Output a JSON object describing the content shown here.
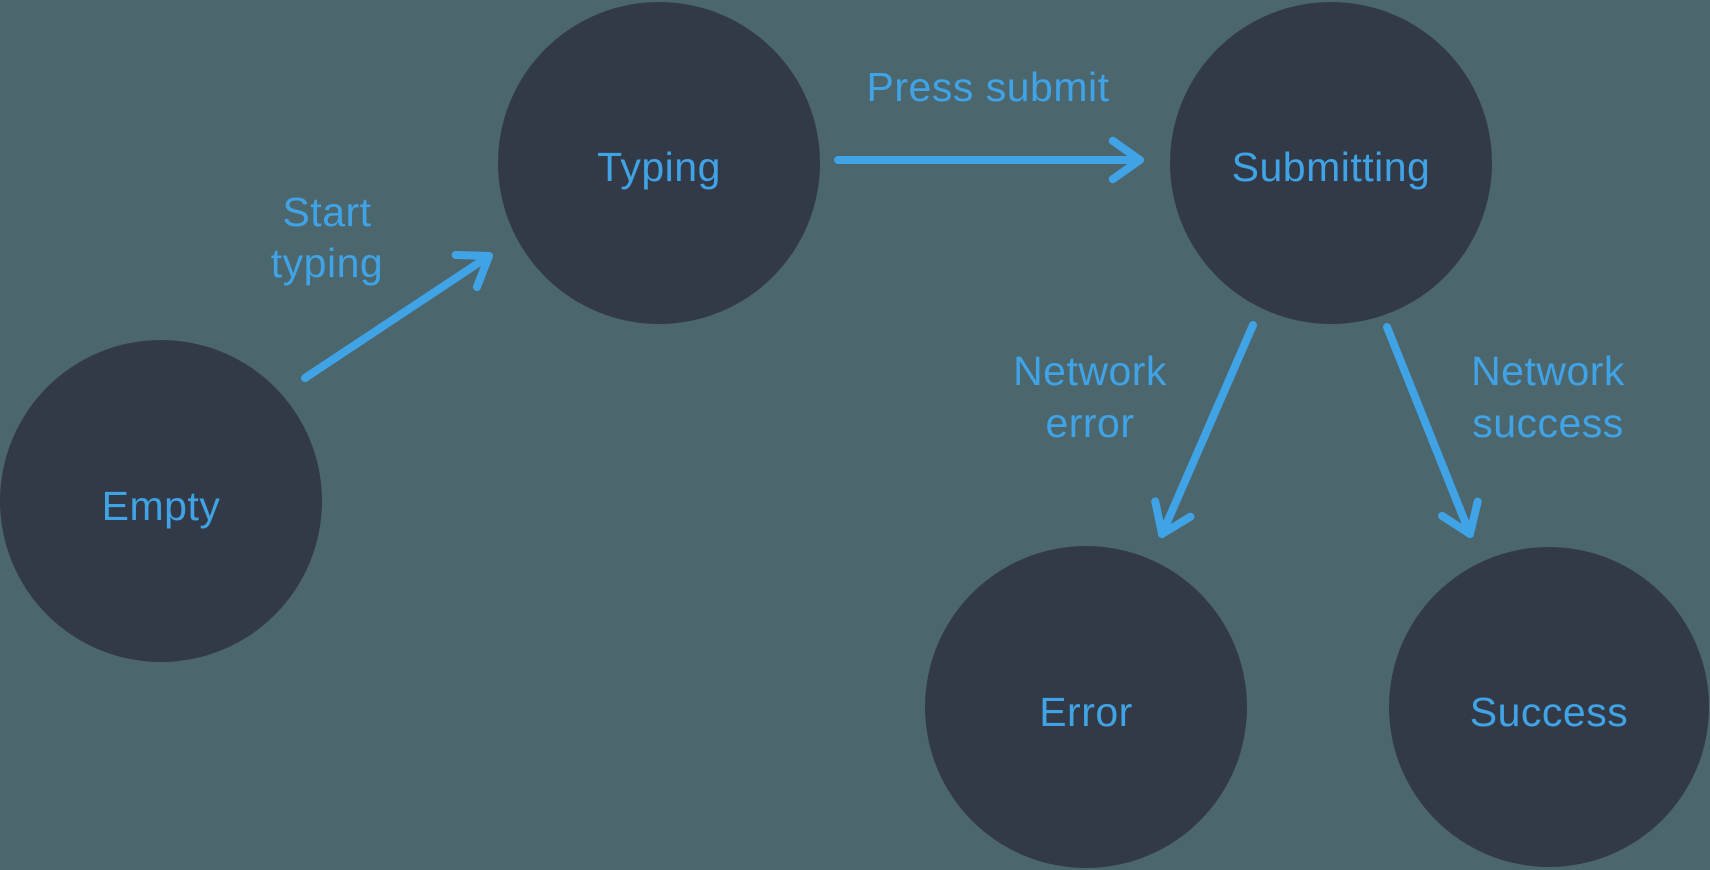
{
  "diagram": {
    "type": "state-machine",
    "colors": {
      "background": "#4c666e",
      "node_fill": "#333a47",
      "accent": "#3fa3e6"
    },
    "nodes": [
      {
        "id": "empty",
        "label": "Empty"
      },
      {
        "id": "typing",
        "label": "Typing"
      },
      {
        "id": "submitting",
        "label": "Submitting"
      },
      {
        "id": "error",
        "label": "Error"
      },
      {
        "id": "success",
        "label": "Success"
      }
    ],
    "edges": [
      {
        "id": "start-typing",
        "from": "Empty",
        "to": "Typing",
        "label_lines": [
          "Start",
          "typing"
        ]
      },
      {
        "id": "press-submit",
        "from": "Typing",
        "to": "Submitting",
        "label_lines": [
          "Press submit"
        ]
      },
      {
        "id": "network-error",
        "from": "Submitting",
        "to": "Error",
        "label_lines": [
          "Network",
          "error"
        ]
      },
      {
        "id": "network-success",
        "from": "Submitting",
        "to": "Success",
        "label_lines": [
          "Network",
          "success"
        ]
      }
    ]
  }
}
